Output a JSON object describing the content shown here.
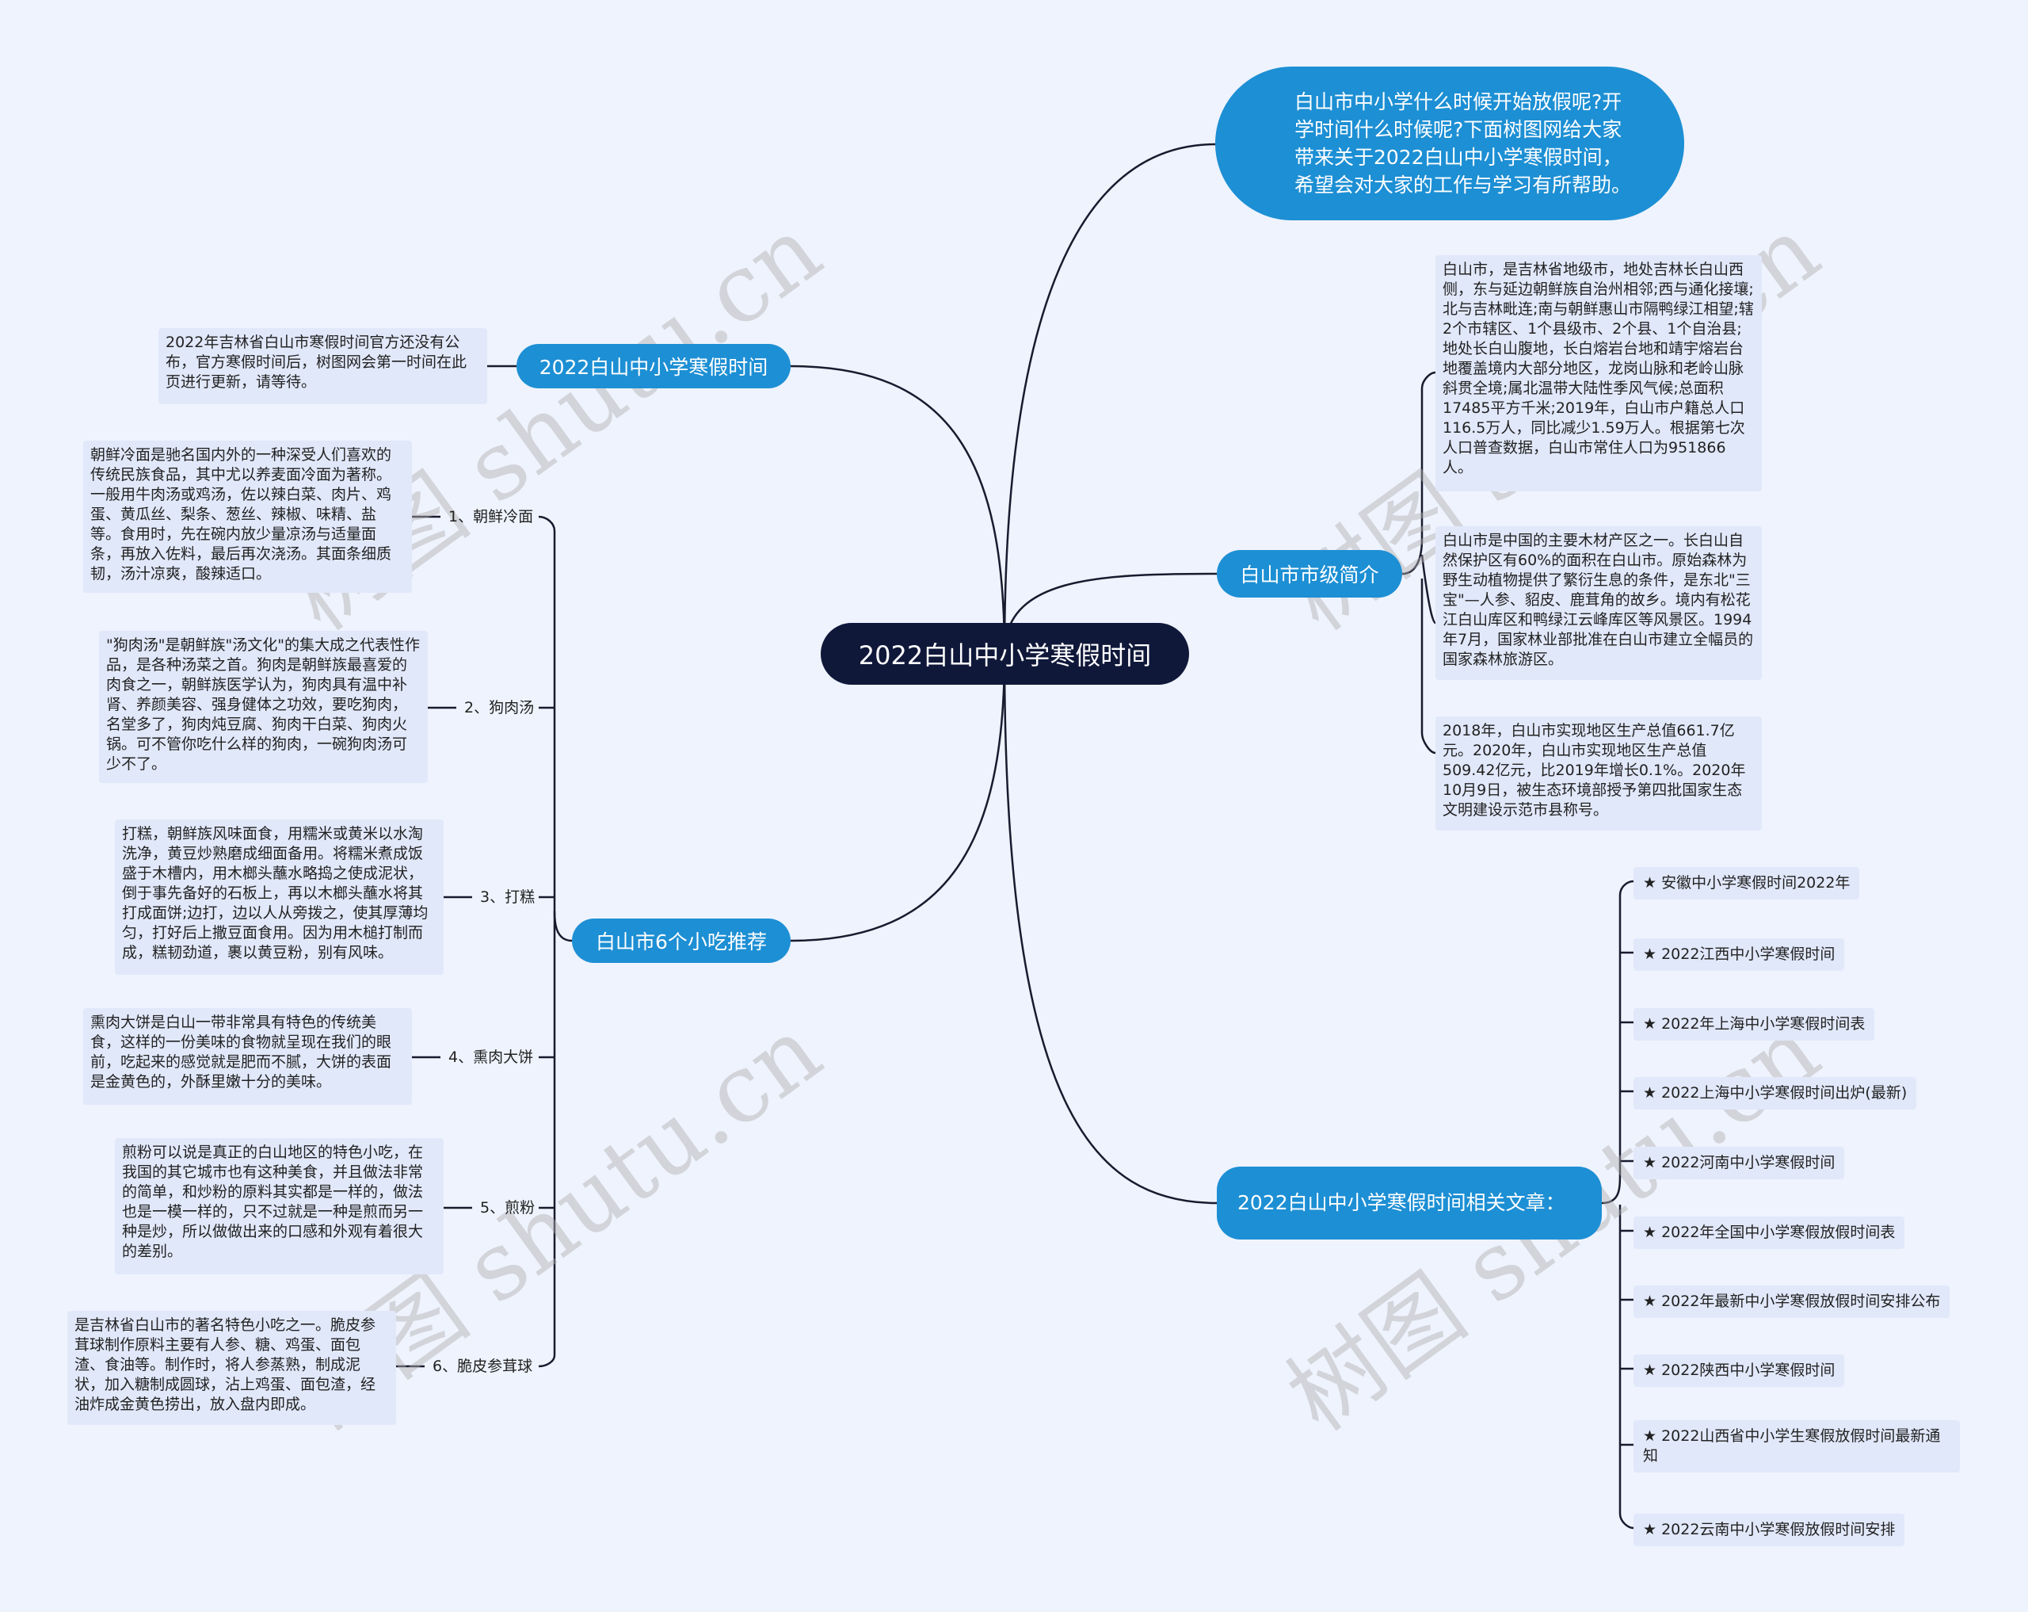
{
  "root": "2022白山中小学寒假时间",
  "intro": "白山市中小学什么时候开始放假呢?开学时间什么时候呢?下面树图网给大家带来关于2022白山中小学寒假时间，希望会对大家的工作与学习有所帮助。",
  "watermark": "树图 shutu.cn",
  "left": {
    "time_branch": {
      "label": "2022白山中小学寒假时间",
      "note": "2022年吉林省白山市寒假时间官方还没有公布，官方寒假时间后，树图网会第一时间在此页进行更新，请等待。"
    },
    "food_branch": {
      "label": "白山市6个小吃推荐",
      "items": [
        {
          "label": "1、朝鲜冷面",
          "text": "朝鲜冷面是驰名国内外的一种深受人们喜欢的传统民族食品，其中尤以养麦面冷面为著称。一般用牛肉汤或鸡汤，佐以辣白菜、肉片、鸡蛋、黄瓜丝、梨条、葱丝、辣椒、味精、盐等。食用时，先在碗内放少量凉汤与适量面条，再放入佐料，最后再次浇汤。其面条细质韧，汤汁凉爽，酸辣适口。"
        },
        {
          "label": "2、狗肉汤",
          "text": "\"狗肉汤\"是朝鲜族\"汤文化\"的集大成之代表性作品，是各种汤菜之首。狗肉是朝鲜族最喜爱的肉食之一，朝鲜族医学认为，狗肉具有温中补肾、养颜美容、强身健体之功效，要吃狗肉，名堂多了，狗肉炖豆腐、狗肉干白菜、狗肉火锅。可不管你吃什么样的狗肉，一碗狗肉汤可少不了。"
        },
        {
          "label": "3、打糕",
          "text": "打糕，朝鲜族风味面食，用糯米或黄米以水淘洗净，黄豆炒熟磨成细面备用。将糯米煮成饭盛于木槽内，用木榔头蘸水略捣之使成泥状，倒于事先备好的石板上，再以木榔头蘸水将其打成面饼;边打，边以人从旁拨之，使其厚薄均匀，打好后上撒豆面食用。因为用木槌打制而成，糕韧劲道，裹以黄豆粉，别有风味。"
        },
        {
          "label": "4、熏肉大饼",
          "text": "熏肉大饼是白山一带非常具有特色的传统美食，这样的一份美味的食物就呈现在我们的眼前，吃起来的感觉就是肥而不腻，大饼的表面是金黄色的，外酥里嫩十分的美味。"
        },
        {
          "label": "5、煎粉",
          "text": "煎粉可以说是真正的白山地区的特色小吃，在我国的其它城市也有这种美食，并且做法非常的简单，和炒粉的原料其实都是一样的，做法也是一模一样的，只不过就是一种是煎而另一种是炒，所以做做出来的口感和外观有着很大的差别。"
        },
        {
          "label": "6、脆皮参茸球",
          "text": "是吉林省白山市的著名特色小吃之一。脆皮参茸球制作原料主要有人参、糖、鸡蛋、面包渣、食油等。制作时，将人参蒸熟，制成泥状，加入糖制成圆球，沾上鸡蛋、面包渣，经油炸成金黄色捞出，放入盘内即成。"
        }
      ]
    }
  },
  "right": {
    "intro_branch": {
      "label": "白山市市级简介",
      "notes": [
        "白山市，是吉林省地级市，地处吉林长白山西侧，东与延边朝鲜族自治州相邻;西与通化接壤;北与吉林毗连;南与朝鲜惠山市隔鸭绿江相望;辖2个市辖区、1个县级市、2个县、1个自治县;地处长白山腹地，长白熔岩台地和靖宇熔岩台地覆盖境内大部分地区，龙岗山脉和老岭山脉斜贯全境;属北温带大陆性季风气候;总面积17485平方千米;2019年，白山市户籍总人口116.5万人，同比减少1.59万人。根据第七次人口普查数据，白山市常住人口为951866人。",
        "白山市是中国的主要木材产区之一。长白山自然保护区有60%的面积在白山市。原始森林为野生动植物提供了繁衍生息的条件，是东北\"三宝\"—人参、貂皮、鹿茸角的故乡。境内有松花江白山库区和鸭绿江云峰库区等风景区。1994年7月，国家林业部批准在白山市建立全幅员的国家森林旅游区。",
        "2018年，白山市实现地区生产总值661.7亿元。2020年，白山市实现地区生产总值509.42亿元，比2019年增长0.1%。2020年10月9日，被生态环境部授予第四批国家生态文明建设示范市县称号。"
      ]
    },
    "articles_branch": {
      "label": "2022白山中小学寒假时间相关文章：",
      "items": [
        "★ 安徽中小学寒假时间2022年",
        "★ 2022江西中小学寒假时间",
        "★ 2022年上海中小学寒假时间表",
        "★ 2022上海中小学寒假时间出炉(最新)",
        "★ 2022河南中小学寒假时间",
        "★ 2022年全国中小学寒假放假时间表",
        "★ 2022年最新中小学寒假放假时间安排公布",
        "★ 2022陕西中小学寒假时间",
        "★ 2022山西省中小学生寒假放假时间最新通知",
        "★ 2022云南中小学寒假放假时间安排"
      ]
    }
  },
  "colors": {
    "background": "#eef3fd",
    "root": "#10183a",
    "branch": "#1d8fd4",
    "note": "#e1e8fa",
    "line": "#1a1a2e"
  }
}
